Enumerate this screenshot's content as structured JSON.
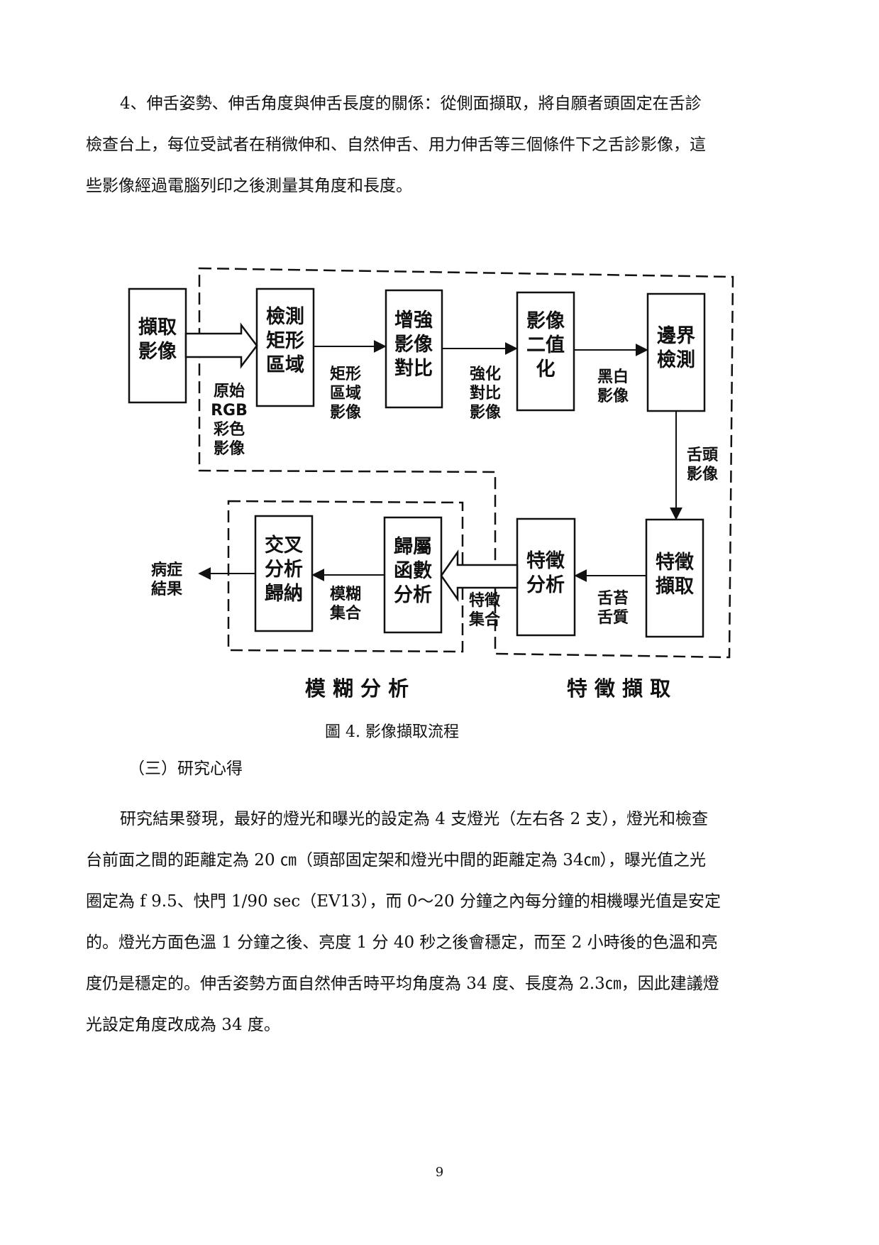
{
  "intro": {
    "lines": [
      "4、伸舌姿勢、伸舌角度與伸舌長度的關係：從側面擷取，將自願者頭固定在舌診",
      "檢查台上，每位受試者在稍微伸和、自然伸舌、用力伸舌等三個條件下之舌診影像，這",
      "些影像經過電腦列印之後測量其角度和長度。"
    ]
  },
  "diagram": {
    "boxes": {
      "capture": [
        "擷取",
        "影像"
      ],
      "detect": [
        "檢測",
        "矩形",
        "區域"
      ],
      "enhance": [
        "增強",
        "影像",
        "對比"
      ],
      "binarize": [
        "影像",
        "二值",
        "化"
      ],
      "edge": [
        "邊界",
        "檢測"
      ],
      "feature_extract": [
        "特徵",
        "擷取"
      ],
      "feature_analysis": [
        "特徵",
        "分析"
      ],
      "membership": [
        "歸屬",
        "函數",
        "分析"
      ],
      "cross": [
        "交叉",
        "分析",
        "歸納"
      ]
    },
    "labels": {
      "raw_rgb": [
        "原始",
        "RGB",
        "彩色",
        "影像"
      ],
      "rect_region": [
        "矩形",
        "區域",
        "影像"
      ],
      "enhanced": [
        "強化",
        "對比",
        "影像"
      ],
      "bw": [
        "黑白",
        "影像"
      ],
      "tongue_img": [
        "舌頭",
        "影像"
      ],
      "coat": [
        "舌苔",
        "舌質"
      ],
      "feature_set": [
        "特徵",
        "集合"
      ],
      "fuzzy_set": [
        "模糊",
        "集合"
      ],
      "result": [
        "病症",
        "結果"
      ]
    },
    "group_fuzzy": "模 糊 分 析",
    "group_feature": "特 徵 擷 取"
  },
  "caption": "圖 4. 影像擷取流程",
  "section_heading": "（三）研究心得",
  "findings": {
    "lines": [
      "研究結果發現，最好的燈光和曝光的設定為 4 支燈光（左右各 2 支），燈光和檢查",
      "台前面之間的距離定為 20 ㎝（頭部固定架和燈光中間的距離定為 34㎝），曝光值之光",
      "圈定為 f 9.5、快門 1/90 sec（EV13），而 0～20 分鐘之內每分鐘的相機曝光值是安定",
      "的。燈光方面色溫 1 分鐘之後、亮度 1 分 40 秒之後會穩定，而至 2 小時後的色溫和亮",
      "度仍是穩定的。伸舌姿勢方面自然伸舌時平均角度為 34 度、長度為 2.3㎝，因此建議燈",
      "光設定角度改成為 34 度。"
    ]
  },
  "page_number": "9"
}
